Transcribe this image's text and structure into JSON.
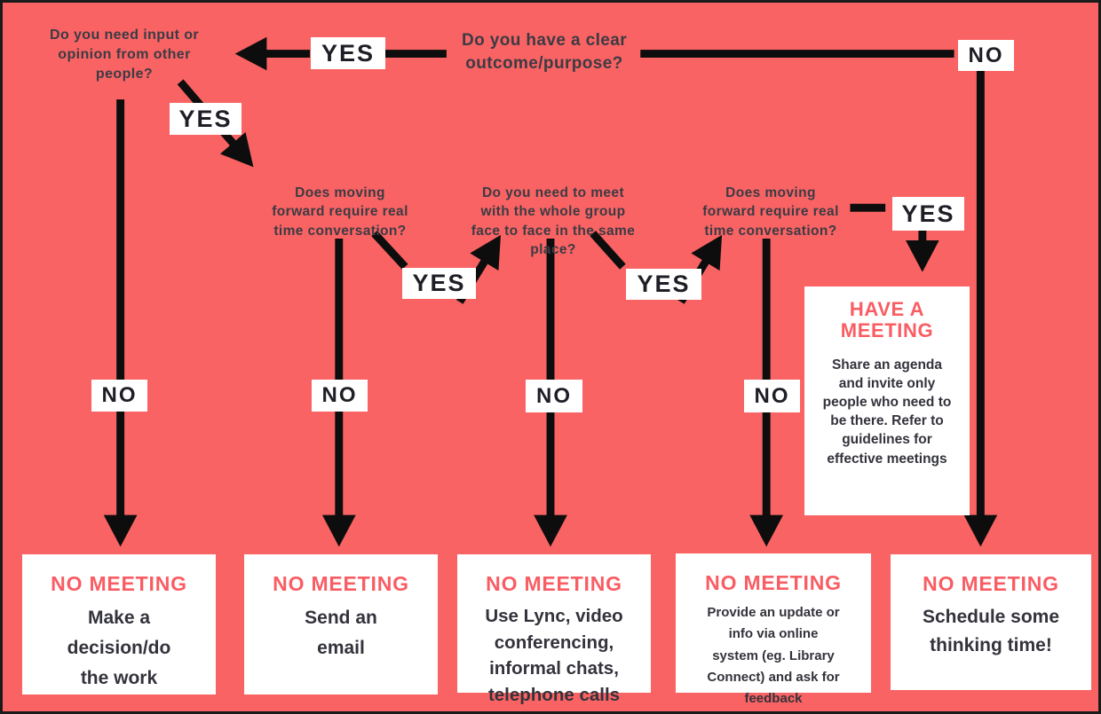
{
  "colors": {
    "background": "#FA6363",
    "accent_title": "#F95D63",
    "question_text": "#3B3B44",
    "arrow": "#0D0D0D",
    "label_box": "#FFFFFF"
  },
  "labels": {
    "yes": "YES",
    "no": "NO"
  },
  "questions": {
    "input_opinion": "Do you need input or opinion from other people?",
    "clear_outcome": "Do you have a clear outcome/purpose?",
    "real_time_first": "Does moving forward require real time conversation?",
    "face_to_face": "Do you need to meet with the whole group face to face in the same place?",
    "real_time_second": "Does moving forward require real time conversation?"
  },
  "results": {
    "have_meeting": {
      "title": "HAVE A MEETING",
      "body": "Share an agenda and invite only people who need to be there. Refer to guidelines for effective meetings"
    },
    "make_decision": {
      "title": "NO MEETING",
      "body": "Make a decision/do the work"
    },
    "send_email": {
      "title": "NO MEETING",
      "body": "Send an email"
    },
    "use_lync": {
      "title": "NO MEETING",
      "body": "Use Lync, video conferencing, informal chats, telephone calls"
    },
    "provide_update": {
      "title": "NO MEETING",
      "body": "Provide an update or info via online system (eg. Library Connect) and ask for feedback"
    },
    "schedule_thinking": {
      "title": "NO MEETING",
      "body": "Schedule some thinking time!"
    }
  }
}
